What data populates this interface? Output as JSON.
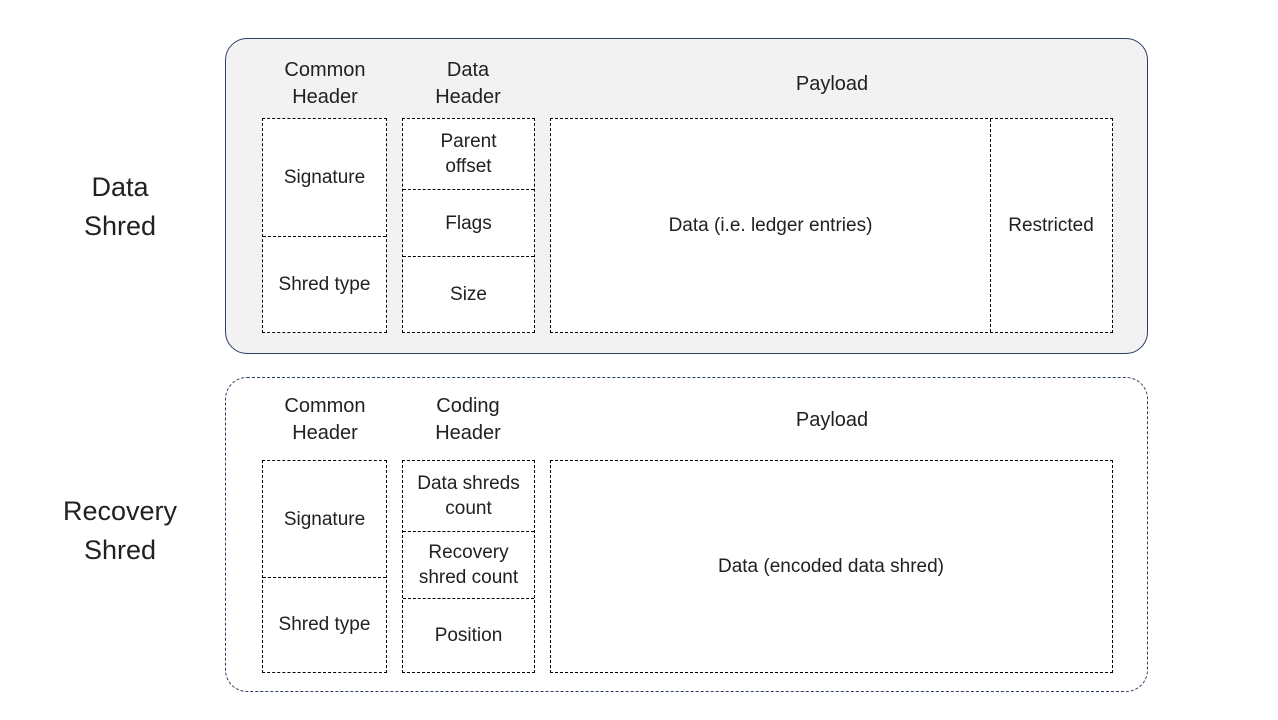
{
  "diagram": {
    "title_rows": [
      {
        "id": "data-shred",
        "label": "Data\nShred"
      },
      {
        "id": "recovery-shred",
        "label": "Recovery\nShred"
      }
    ],
    "colors": {
      "data_shred_fill": "#f2f2f2",
      "recovery_shred_fill": "#ffffff",
      "container_border": "#2b3f63",
      "field_border": "#000000",
      "text": "#202124"
    }
  },
  "data_shred": {
    "row_label": "Data\nShred",
    "captions": {
      "common_header": "Common\nHeader",
      "data_header": "Data\nHeader",
      "payload": "Payload"
    },
    "common_header_fields": [
      {
        "label": "Signature"
      },
      {
        "label": "Shred type"
      }
    ],
    "data_header_fields": [
      {
        "label": "Parent\noffset"
      },
      {
        "label": "Flags"
      },
      {
        "label": "Size"
      }
    ],
    "payload_cells": [
      {
        "label": "Data (i.e. ledger entries)"
      },
      {
        "label": "Restricted"
      }
    ]
  },
  "recovery_shred": {
    "row_label": "Recovery\nShred",
    "captions": {
      "common_header": "Common\nHeader",
      "coding_header": "Coding\nHeader",
      "payload": "Payload"
    },
    "common_header_fields": [
      {
        "label": "Signature"
      },
      {
        "label": "Shred type"
      }
    ],
    "coding_header_fields": [
      {
        "label": "Data shreds\ncount"
      },
      {
        "label": "Recovery\nshred count"
      },
      {
        "label": "Position"
      }
    ],
    "payload_cells": [
      {
        "label": "Data (encoded data shred)"
      }
    ]
  }
}
